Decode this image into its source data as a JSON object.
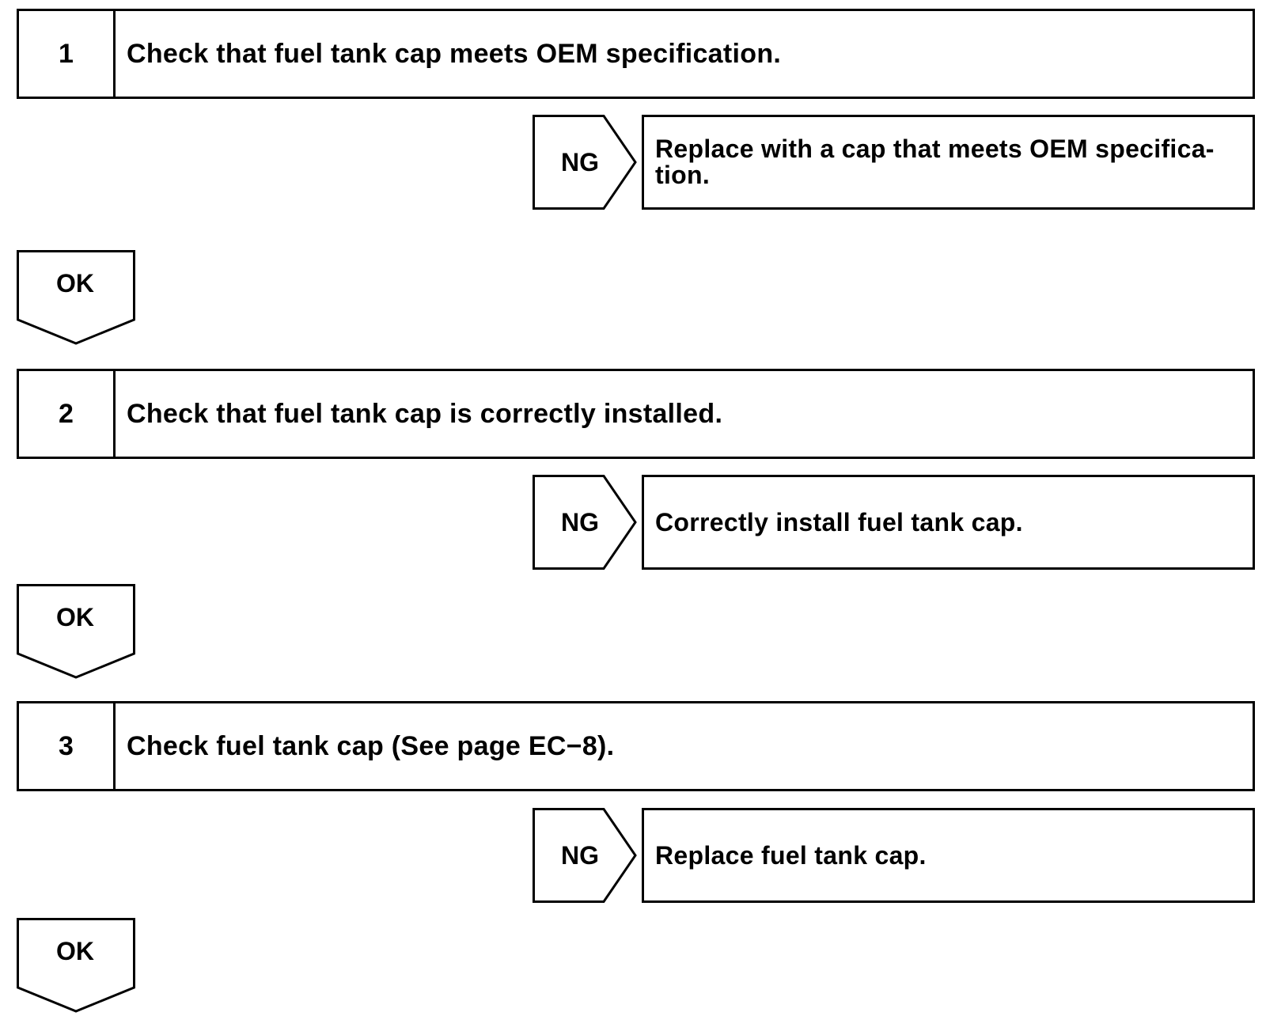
{
  "steps": [
    {
      "number": "1",
      "check": "Check that fuel tank cap meets OEM specification.",
      "ng_label": "NG",
      "ng_action": "Replace with a cap that meets OEM specifica-\ntion.",
      "ok_label": "OK"
    },
    {
      "number": "2",
      "check": "Check that fuel tank cap is correctly installed.",
      "ng_label": "NG",
      "ng_action": "Correctly install fuel tank cap.",
      "ok_label": "OK"
    },
    {
      "number": "3",
      "check": "Check fuel tank cap (See page EC−8).",
      "ng_label": "NG",
      "ng_action": "Replace fuel tank cap.",
      "ok_label": "OK"
    }
  ]
}
